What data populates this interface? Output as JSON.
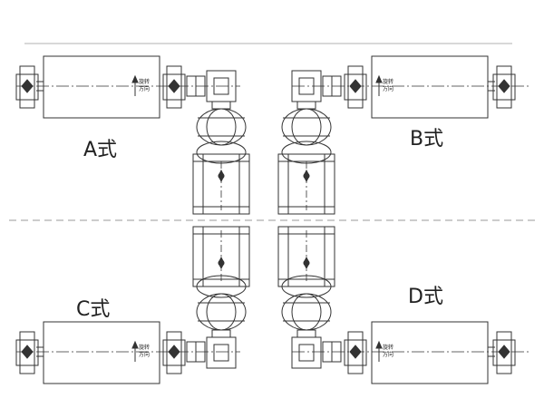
{
  "layouts": [
    {
      "id": "A",
      "label": "A式",
      "arrow_text": [
        "旋转",
        "方向"
      ]
    },
    {
      "id": "B",
      "label": "B式",
      "arrow_text": [
        "旋转",
        "方向"
      ]
    },
    {
      "id": "C",
      "label": "C式",
      "arrow_text": [
        "旋转",
        "方向"
      ]
    },
    {
      "id": "D",
      "label": "D式",
      "arrow_text": [
        "旋转",
        "方向"
      ]
    }
  ],
  "colors": {
    "line": "#333333",
    "dash": "#999999",
    "frame": "#b0b0b0"
  }
}
